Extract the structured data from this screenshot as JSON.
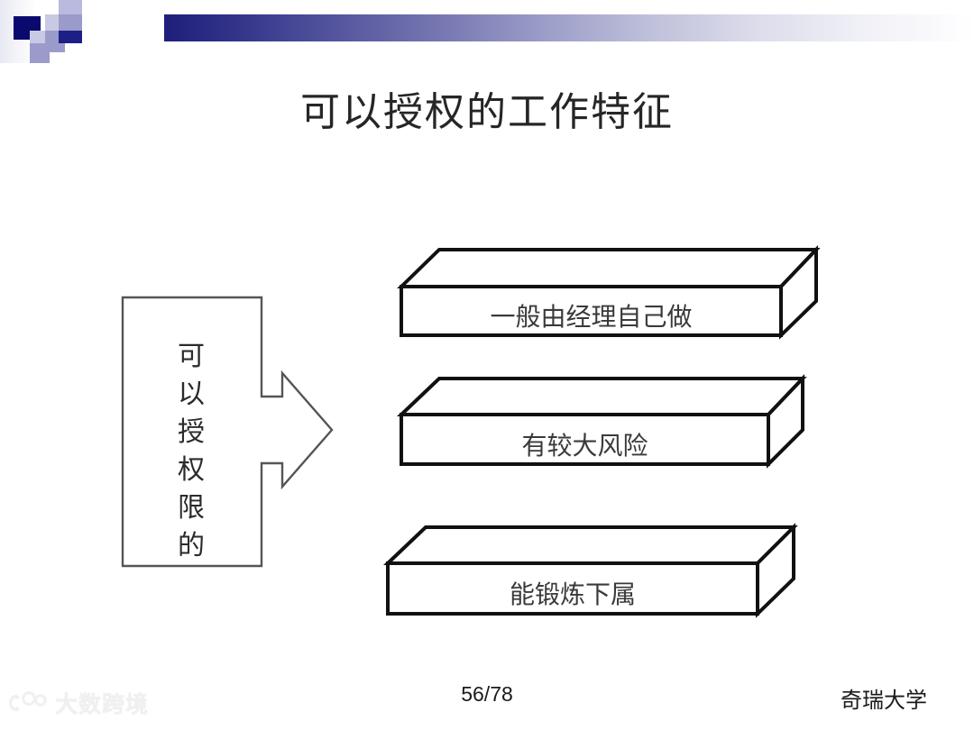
{
  "slide": {
    "title": "可以授权的工作特征",
    "background_color": "#ffffff"
  },
  "header": {
    "accent_color_dark": "#1e1f7a",
    "accent_color_mid": "#8e8fc0",
    "accent_color_light": "#c7c8e0",
    "bar_gradient_from": "#1e1f7a",
    "bar_gradient_to": "#ffffff"
  },
  "diagram": {
    "source": {
      "label_chars": [
        "可",
        "以",
        "授",
        "权",
        "限",
        "的"
      ],
      "label_text": "可以授权限的"
    },
    "arrow": {
      "direction": "right",
      "name": "block-arrow-right"
    },
    "boxes": [
      {
        "label": "一般由经理自己做"
      },
      {
        "label": "有较大风险"
      },
      {
        "label": "能锻炼下属"
      }
    ],
    "line_color": "#111111",
    "fill_color": "#ffffff"
  },
  "footer": {
    "page_number": "56/78",
    "organization": "奇瑞大学"
  },
  "watermark": {
    "text": "大数跨境",
    "color": "#efefef"
  }
}
